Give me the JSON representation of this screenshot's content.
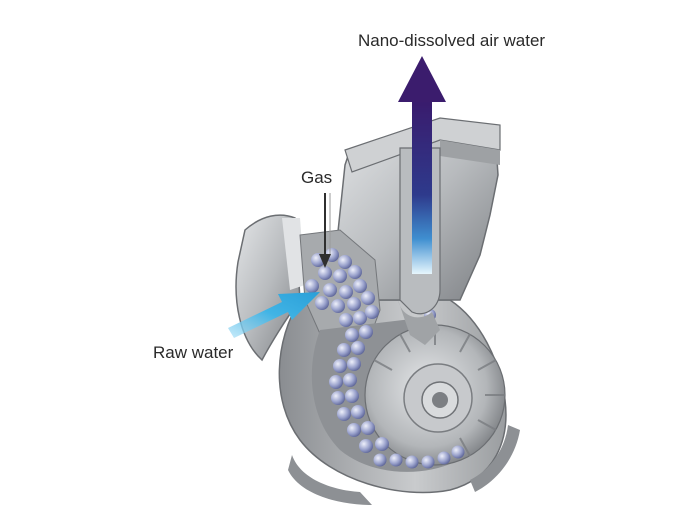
{
  "labels": {
    "output": "Nano-dissolved air water",
    "gas": "Gas",
    "input": "Raw water"
  },
  "colors": {
    "background": "#ffffff",
    "metal_light": "#d2d4d6",
    "metal_mid": "#a9acaf",
    "metal_dark": "#6f7276",
    "bubble": "#8e97c4",
    "output_arrow_top": "#3c1c6e",
    "output_arrow_bottom": "#dff1fb",
    "raw_water_arrow": "#3fb2e3",
    "gas_arrow": "#333333"
  },
  "icons": {
    "output_arrow": "arrow-up",
    "gas_arrow": "arrow-down",
    "raw_water_arrow": "arrow-right"
  }
}
